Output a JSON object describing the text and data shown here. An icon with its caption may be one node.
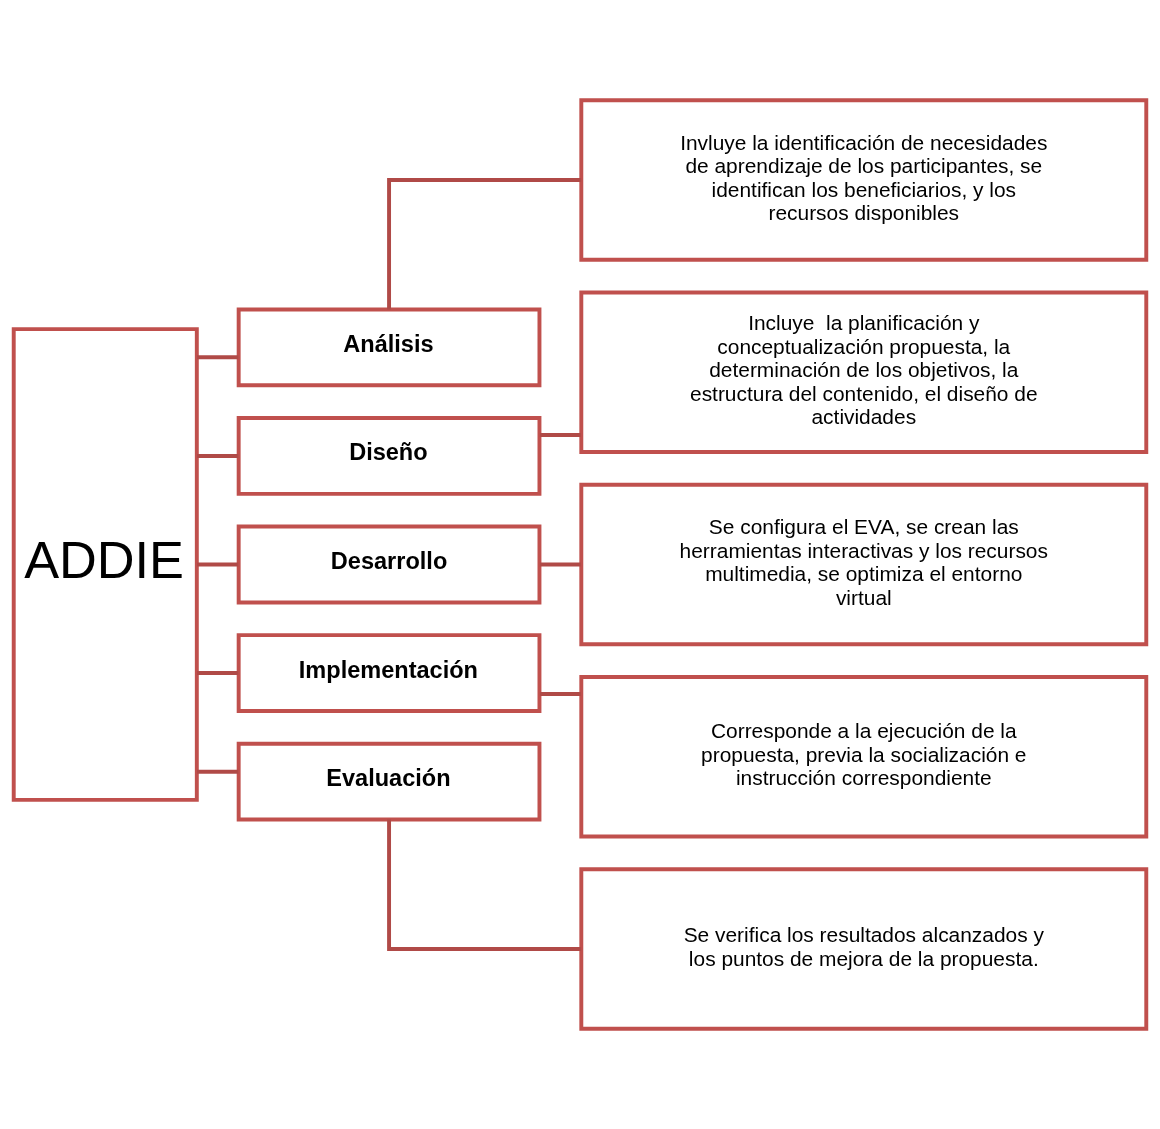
{
  "diagram": {
    "nodes": [
      {
        "text": [
          "ADDIE"
        ]
      },
      {
        "text": [
          "Análisis"
        ]
      },
      {
        "text": [
          "Diseño"
        ]
      },
      {
        "text": [
          "Desarrollo"
        ]
      },
      {
        "text": [
          "Implementación"
        ]
      },
      {
        "text": [
          "Evaluación"
        ]
      },
      {
        "text": [
          "Invluye la identificación de necesidades de aprendizaje de los participantes, se identifican los beneficiarios, y los recursos disponibles"
        ]
      },
      {
        "text": [
          "Incluye  la planificación y conceptualización propuesta, la determinación de los objetivos, la estructura del contenido, el diseño de actividades"
        ]
      },
      {
        "text": [
          "Se configura el EVA, se crean las herramientas interactivas y los recursos multimedia, se optimiza el entorno virtual"
        ]
      },
      {
        "text": [
          "Corresponde a la ejecución de la propuesta, previa la socialización e instrucción correspondiente"
        ]
      },
      {
        "text": [
          "Se verifica los resultados alcanzados y los puntos de mejora de la propuesta."
        ]
      }
    ],
    "edges": [
      {
        "from": 0,
        "to": 1,
        "arrow": "none"
      },
      {
        "from": 0,
        "to": 2,
        "arrow": "none"
      },
      {
        "from": 0,
        "to": 3,
        "arrow": "none"
      },
      {
        "from": 0,
        "to": 4,
        "arrow": "none"
      },
      {
        "from": 0,
        "to": 5,
        "arrow": "none"
      },
      {
        "from": 1,
        "to": 6,
        "arrow": "none"
      },
      {
        "from": 2,
        "to": 7,
        "arrow": "none"
      },
      {
        "from": 3,
        "to": 8,
        "arrow": "none"
      },
      {
        "from": 4,
        "to": 9,
        "arrow": "none"
      },
      {
        "from": 5,
        "to": 10,
        "arrow": "none"
      }
    ]
  }
}
